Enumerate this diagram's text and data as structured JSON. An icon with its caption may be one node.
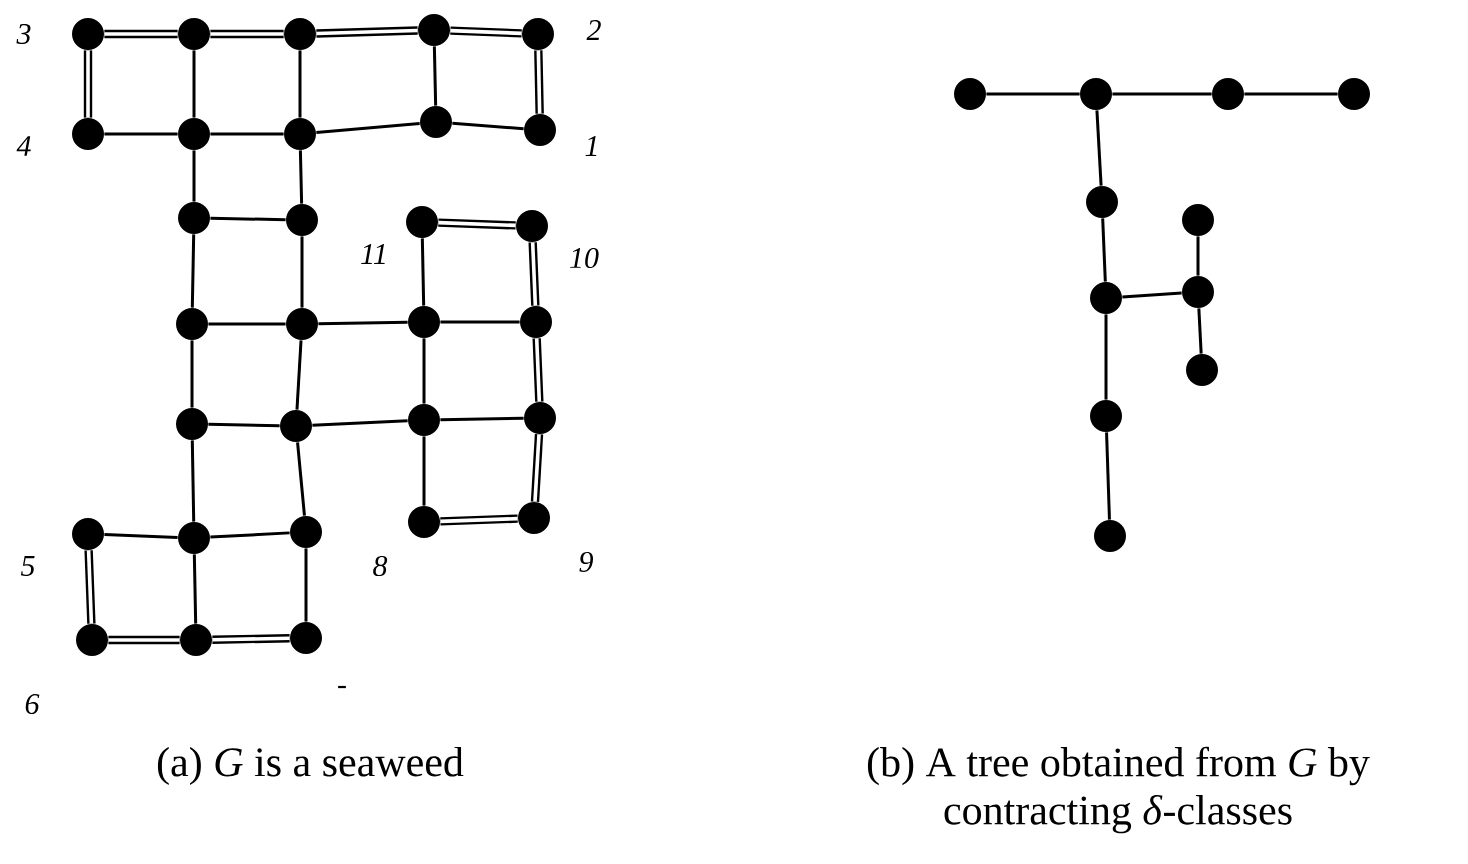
{
  "diagram": {
    "nodes": [
      {
        "text": [],
        "shape": "circle",
        "beside": [
          "3"
        ]
      },
      {
        "text": [],
        "shape": "circle"
      },
      {
        "text": [],
        "shape": "circle"
      },
      {
        "text": [],
        "shape": "circle"
      },
      {
        "text": [],
        "shape": "circle",
        "beside": [
          "2"
        ]
      },
      {
        "text": [],
        "shape": "circle",
        "beside": [
          "4"
        ]
      },
      {
        "text": [],
        "shape": "circle"
      },
      {
        "text": [],
        "shape": "circle"
      },
      {
        "text": [],
        "shape": "circle"
      },
      {
        "text": [],
        "shape": "circle",
        "beside": [
          "1"
        ]
      },
      {
        "text": [],
        "shape": "circle"
      },
      {
        "text": [],
        "shape": "circle"
      },
      {
        "text": [],
        "shape": "circle",
        "beside": [
          "11"
        ]
      },
      {
        "text": [],
        "shape": "circle",
        "beside": [
          "10"
        ]
      },
      {
        "text": [],
        "shape": "circle"
      },
      {
        "text": [],
        "shape": "circle"
      },
      {
        "text": [],
        "shape": "circle"
      },
      {
        "text": [],
        "shape": "circle"
      },
      {
        "text": [],
        "shape": "circle"
      },
      {
        "text": [],
        "shape": "circle"
      },
      {
        "text": [],
        "shape": "circle"
      },
      {
        "text": [],
        "shape": "circle"
      },
      {
        "text": [],
        "shape": "circle",
        "beside": [
          "8"
        ]
      },
      {
        "text": [],
        "shape": "circle",
        "beside": [
          "9"
        ]
      },
      {
        "text": [],
        "shape": "circle",
        "beside": [
          "5"
        ]
      },
      {
        "text": [],
        "shape": "circle"
      },
      {
        "text": [],
        "shape": "circle"
      },
      {
        "text": [],
        "shape": "circle",
        "beside": [
          "6"
        ]
      },
      {
        "text": [],
        "shape": "circle"
      },
      {
        "text": [],
        "shape": "circle",
        "beside": [
          "-"
        ]
      },
      {
        "text": [],
        "shape": "circle"
      },
      {
        "text": [],
        "shape": "circle"
      },
      {
        "text": [],
        "shape": "circle"
      },
      {
        "text": [],
        "shape": "circle"
      },
      {
        "text": [],
        "shape": "circle"
      },
      {
        "text": [],
        "shape": "circle"
      },
      {
        "text": [],
        "shape": "circle"
      },
      {
        "text": [],
        "shape": "circle"
      },
      {
        "text": [],
        "shape": "circle"
      },
      {
        "text": [],
        "shape": "circle"
      },
      {
        "text": [],
        "shape": "circle"
      }
    ],
    "edges": [
      {
        "from": 0,
        "to": 1,
        "arrow": "none",
        "style": "thick"
      },
      {
        "from": 1,
        "to": 2,
        "arrow": "none",
        "style": "thick"
      },
      {
        "from": 2,
        "to": 3,
        "arrow": "none",
        "style": "thick"
      },
      {
        "from": 3,
        "to": 4,
        "arrow": "none",
        "style": "thick"
      },
      {
        "from": 0,
        "to": 5,
        "arrow": "none",
        "style": "thick"
      },
      {
        "from": 1,
        "to": 6,
        "arrow": "none"
      },
      {
        "from": 2,
        "to": 7,
        "arrow": "none"
      },
      {
        "from": 3,
        "to": 8,
        "arrow": "none"
      },
      {
        "from": 4,
        "to": 9,
        "arrow": "none",
        "style": "thick"
      },
      {
        "from": 5,
        "to": 6,
        "arrow": "none"
      },
      {
        "from": 6,
        "to": 7,
        "arrow": "none"
      },
      {
        "from": 7,
        "to": 8,
        "arrow": "none"
      },
      {
        "from": 8,
        "to": 9,
        "arrow": "none"
      },
      {
        "from": 6,
        "to": 10,
        "arrow": "none"
      },
      {
        "from": 7,
        "to": 11,
        "arrow": "none"
      },
      {
        "from": 10,
        "to": 11,
        "arrow": "none"
      },
      {
        "from": 12,
        "to": 13,
        "arrow": "none",
        "style": "thick"
      },
      {
        "from": 10,
        "to": 14,
        "arrow": "none"
      },
      {
        "from": 11,
        "to": 15,
        "arrow": "none"
      },
      {
        "from": 12,
        "to": 16,
        "arrow": "none"
      },
      {
        "from": 13,
        "to": 17,
        "arrow": "none",
        "style": "thick"
      },
      {
        "from": 14,
        "to": 15,
        "arrow": "none"
      },
      {
        "from": 15,
        "to": 16,
        "arrow": "none"
      },
      {
        "from": 16,
        "to": 17,
        "arrow": "none"
      },
      {
        "from": 14,
        "to": 18,
        "arrow": "none"
      },
      {
        "from": 15,
        "to": 19,
        "arrow": "none"
      },
      {
        "from": 16,
        "to": 20,
        "arrow": "none"
      },
      {
        "from": 17,
        "to": 21,
        "arrow": "none",
        "style": "thick"
      },
      {
        "from": 18,
        "to": 19,
        "arrow": "none"
      },
      {
        "from": 19,
        "to": 20,
        "arrow": "none"
      },
      {
        "from": 20,
        "to": 21,
        "arrow": "none"
      },
      {
        "from": 20,
        "to": 22,
        "arrow": "none"
      },
      {
        "from": 21,
        "to": 23,
        "arrow": "none",
        "style": "thick"
      },
      {
        "from": 22,
        "to": 23,
        "arrow": "none",
        "style": "thick"
      },
      {
        "from": 18,
        "to": 25,
        "arrow": "none"
      },
      {
        "from": 19,
        "to": 26,
        "arrow": "none"
      },
      {
        "from": 24,
        "to": 25,
        "arrow": "none"
      },
      {
        "from": 25,
        "to": 26,
        "arrow": "none"
      },
      {
        "from": 24,
        "to": 27,
        "arrow": "none",
        "style": "thick"
      },
      {
        "from": 25,
        "to": 28,
        "arrow": "none"
      },
      {
        "from": 26,
        "to": 29,
        "arrow": "none"
      },
      {
        "from": 27,
        "to": 28,
        "arrow": "none",
        "style": "thick"
      },
      {
        "from": 28,
        "to": 29,
        "arrow": "none",
        "style": "thick"
      },
      {
        "from": 30,
        "to": 31,
        "arrow": "none"
      },
      {
        "from": 31,
        "to": 32,
        "arrow": "none"
      },
      {
        "from": 32,
        "to": 33,
        "arrow": "none"
      },
      {
        "from": 31,
        "to": 34,
        "arrow": "none"
      },
      {
        "from": 34,
        "to": 35,
        "arrow": "none"
      },
      {
        "from": 35,
        "to": 37,
        "arrow": "none"
      },
      {
        "from": 36,
        "to": 37,
        "arrow": "none"
      },
      {
        "from": 37,
        "to": 38,
        "arrow": "none"
      },
      {
        "from": 35,
        "to": 39,
        "arrow": "none"
      },
      {
        "from": 39,
        "to": 40,
        "arrow": "none"
      }
    ],
    "labels": [
      "(a) *G* is a seaweed",
      "(b) A tree obtained from *G* by contracting *δ*-classes"
    ]
  }
}
